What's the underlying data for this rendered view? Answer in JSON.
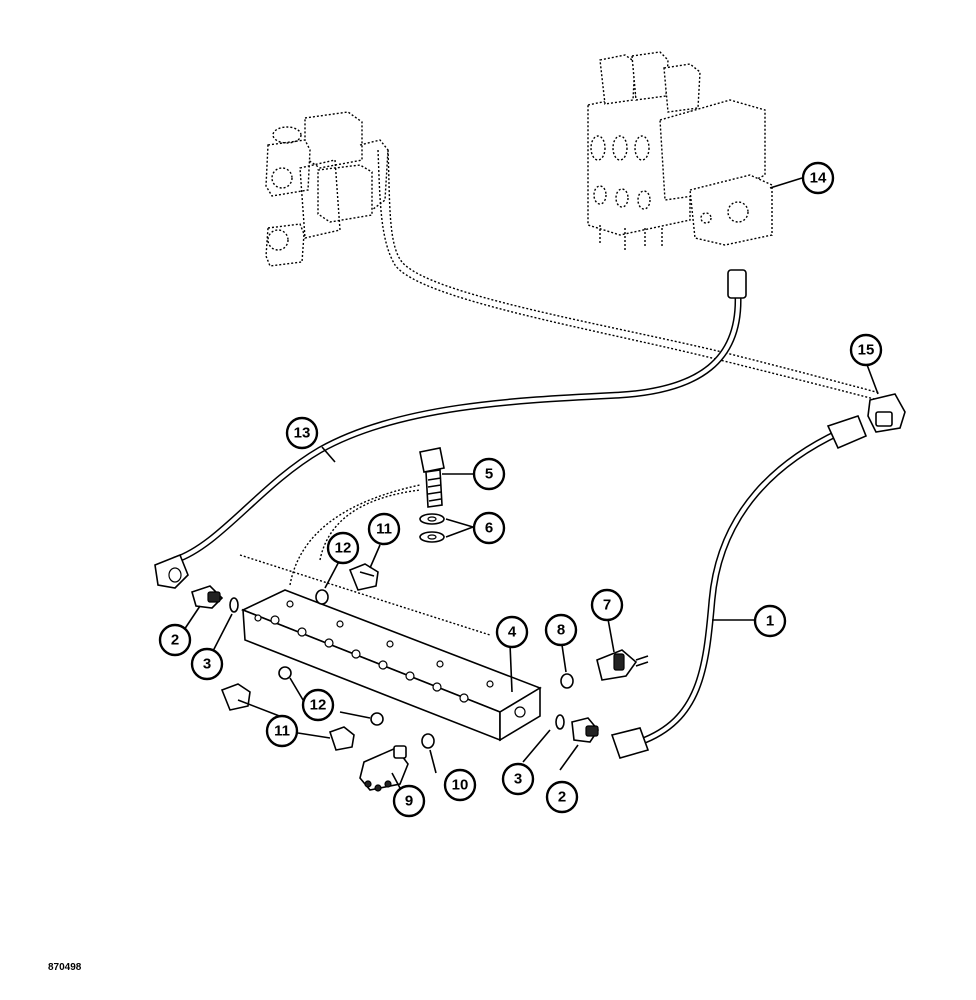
{
  "figure": {
    "ref_code": "870498"
  },
  "callouts": [
    {
      "number": "1"
    },
    {
      "number": "2"
    },
    {
      "number": "3"
    },
    {
      "number": "4"
    },
    {
      "number": "5"
    },
    {
      "number": "6"
    },
    {
      "number": "7"
    },
    {
      "number": "8"
    },
    {
      "number": "9"
    },
    {
      "number": "10"
    },
    {
      "number": "11"
    },
    {
      "number": "12"
    },
    {
      "number": "13"
    },
    {
      "number": "14"
    },
    {
      "number": "15"
    }
  ],
  "callouts_repeat": [
    {
      "number": "2"
    },
    {
      "number": "3"
    },
    {
      "number": "11"
    },
    {
      "number": "12"
    }
  ]
}
